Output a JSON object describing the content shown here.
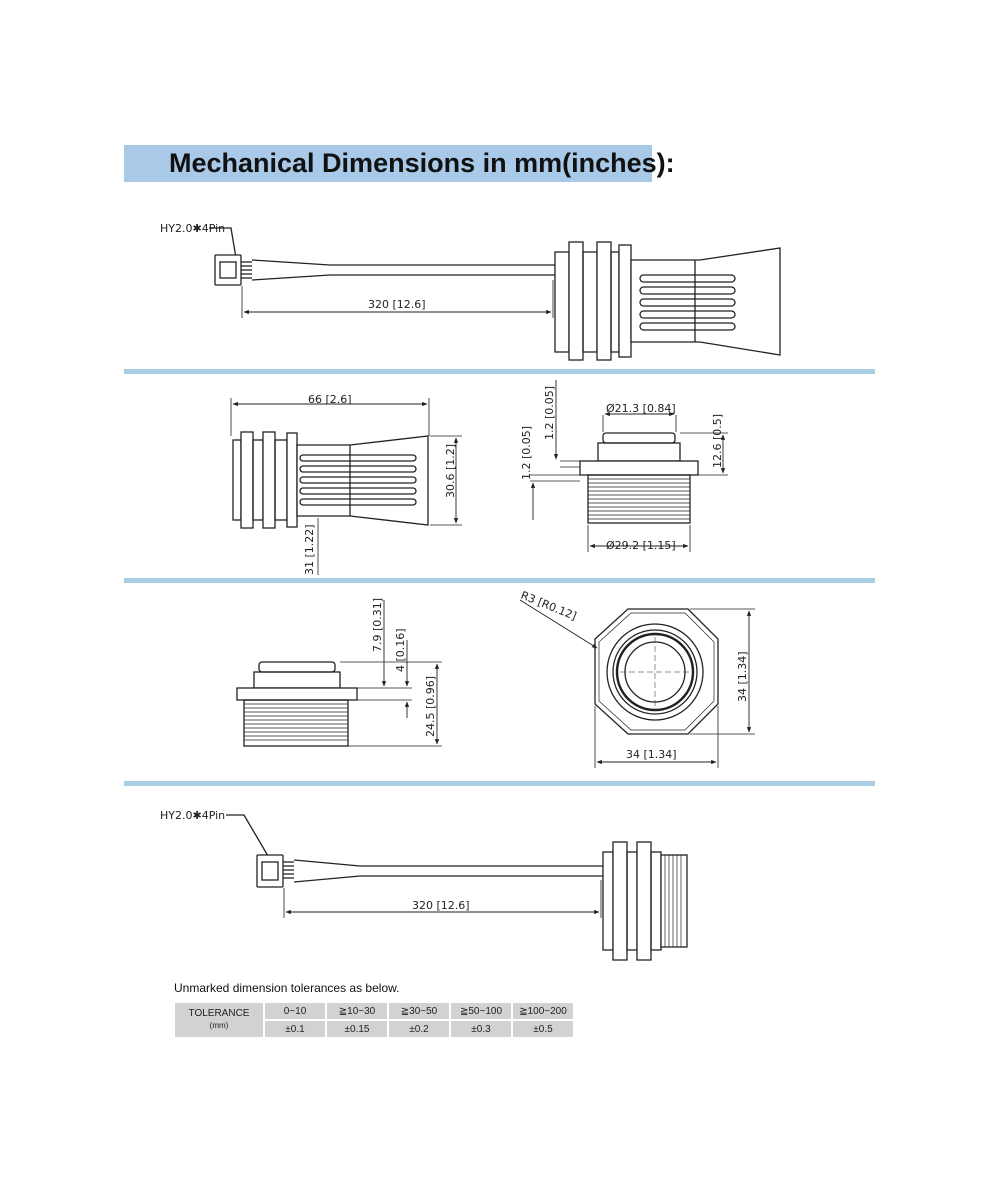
{
  "header": {
    "title": "Mechanical Dimensions in mm(inches):"
  },
  "labels": {
    "connector_top": "HY2.0✱4Pin",
    "cable_len_top": "320 [12.6]",
    "side_len": "66 [2.6]",
    "side_dia": "30.6 [1.2]",
    "side_base": "31 [1.22]",
    "front_top_dia": "Ø21.3 [0.84]",
    "front_h1": "1.2 [0.05]",
    "front_h2": "1.2 [0.05]",
    "front_h3": "12.6 [0.5]",
    "front_thread_dia": "Ø29.2 [1.15]",
    "sec3_h1": "7.9 [0.31]",
    "sec3_h2": "4 [0.16]",
    "sec3_h3": "24.5 [0.96]",
    "hex_radius": "R3 [R0.12]",
    "hex_height": "34 [1.34]",
    "hex_width": "34 [1.34]",
    "connector_bottom": "HY2.0✱4Pin",
    "cable_len_bottom": "320 [12.6]"
  },
  "tolerance": {
    "caption": "Unmarked dimension tolerances as below.",
    "row_label": "TOLERANCE",
    "row_unit": "(mm)",
    "ranges": [
      "0~10",
      "≧10~30",
      "≧30~50",
      "≧50~100",
      "≧100~200"
    ],
    "values": [
      "±0.1",
      "±0.15",
      "±0.2",
      "±0.3",
      "±0.5"
    ]
  }
}
